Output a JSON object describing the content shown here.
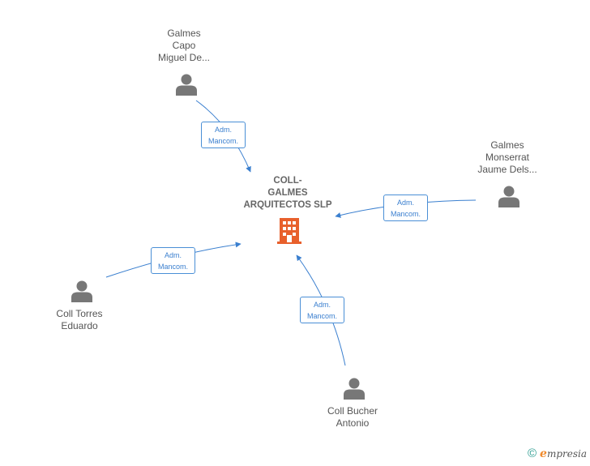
{
  "center": {
    "lines": [
      "COLL-",
      "GALMES",
      "ARQUITECTOS SLP"
    ],
    "icon": "building-icon",
    "color": "#e8602c"
  },
  "people": [
    {
      "id": "galmes-capo",
      "lines": [
        "Galmes",
        "Capo",
        "Miguel De..."
      ],
      "icon": "person-icon"
    },
    {
      "id": "galmes-monserrat",
      "lines": [
        "Galmes",
        "Monserrat",
        "Jaume Dels..."
      ],
      "icon": "person-icon"
    },
    {
      "id": "coll-torres",
      "lines": [
        "Coll Torres",
        "Eduardo"
      ],
      "icon": "person-icon"
    },
    {
      "id": "coll-bucher",
      "lines": [
        "Coll Bucher",
        "Antonio"
      ],
      "icon": "person-icon"
    }
  ],
  "edges": [
    {
      "from": "galmes-capo",
      "lines": [
        "Adm.",
        "Mancom."
      ]
    },
    {
      "from": "galmes-monserrat",
      "lines": [
        "Adm.",
        "Mancom."
      ]
    },
    {
      "from": "coll-torres",
      "lines": [
        "Adm.",
        "Mancom."
      ]
    },
    {
      "from": "coll-bucher",
      "lines": [
        "Adm.",
        "Mancom."
      ]
    }
  ],
  "colors": {
    "edge": "#3a7fcf",
    "person": "#777777",
    "label": "#555555"
  },
  "footer": {
    "copyright_symbol": "©",
    "brand_initial": "e",
    "brand_rest": "mpresia"
  }
}
